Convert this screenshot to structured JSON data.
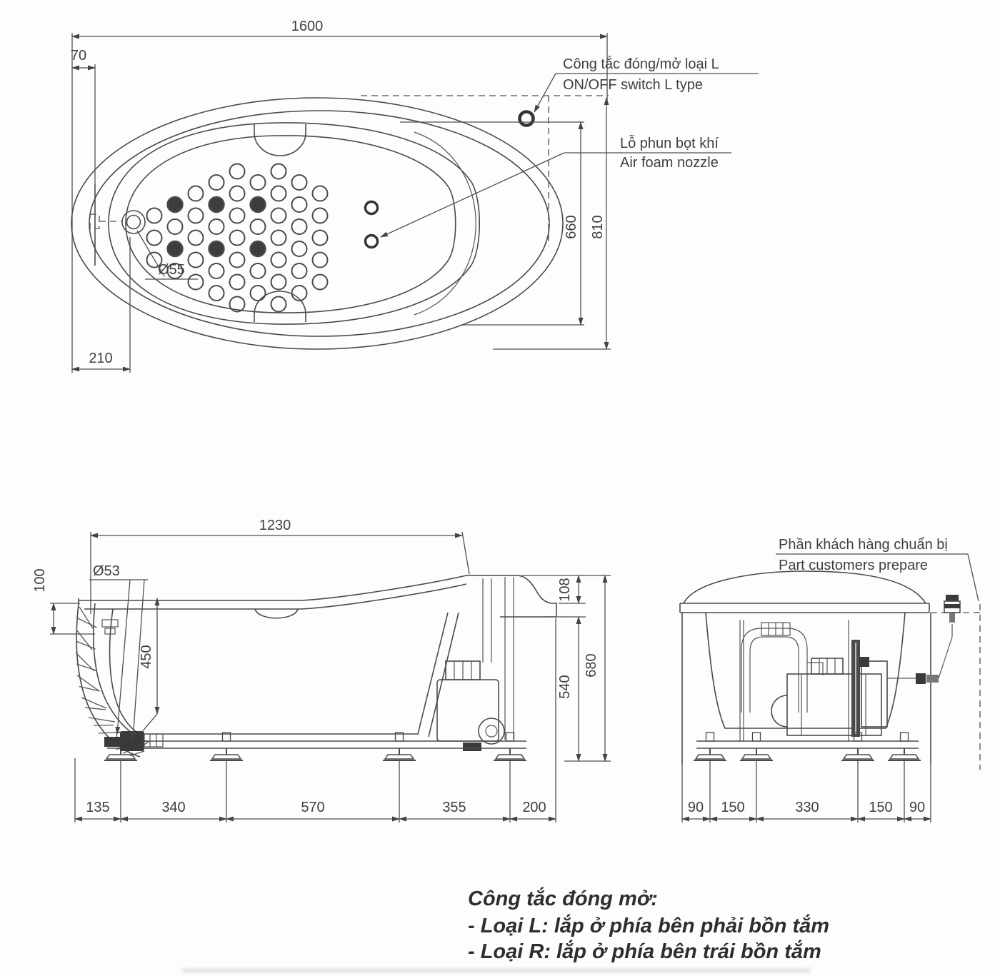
{
  "drawing": {
    "top_view": {
      "dim_length": "1600",
      "dim_rim_offset": "70",
      "dim_inner_width": "660",
      "dim_outer_width": "810",
      "dim_drain_offset": "210",
      "drain_diameter": "Ø55",
      "switch_label_vi": "Công tắc đóng/mở loại L",
      "switch_label_en": "ON/OFF switch L type",
      "nozzle_label_vi": "Lỗ phun bọt khí",
      "nozzle_label_en": "Air foam nozzle"
    },
    "side_view": {
      "dim_top_length": "1230",
      "dim_rim_height": "100",
      "drain_diameter": "Ø53",
      "dim_depth": "450",
      "dim_deck_height": "108",
      "dim_frame_height": "540",
      "dim_total_height": "680",
      "dims_bottom": [
        "135",
        "340",
        "570",
        "355",
        "200"
      ]
    },
    "end_view": {
      "prepare_label_vi": "Phần khách hàng chuẩn bị",
      "prepare_label_en": "Part customers prepare",
      "dims_bottom": [
        "90",
        "150",
        "330",
        "150",
        "90"
      ]
    },
    "notes": {
      "title": "Công tắc đóng mở:",
      "line_l": "- Loại L: lắp ở phía bên phải bồn tắm",
      "line_r": "- Loại R: lắp ở phía bên trái bồn tắm"
    }
  }
}
